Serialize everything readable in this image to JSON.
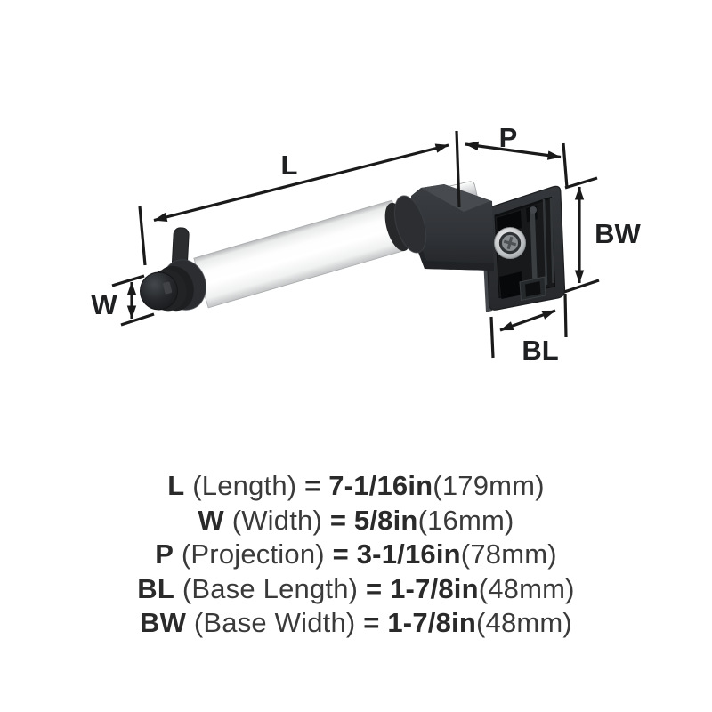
{
  "figure": {
    "description": "Matte black toilet paper holder with clear roller bar, shown with dimension arrows",
    "dimension_labels": {
      "L": "L",
      "W": "W",
      "P": "P",
      "BL": "BL",
      "BW": "BW"
    },
    "colors": {
      "dimension_line": "#1a1a1a",
      "product_dark": "#2c2e31",
      "tube_white": "#ffffff",
      "chrome": "#d4d6d8",
      "background": "#ffffff"
    }
  },
  "specs": [
    {
      "label": "L",
      "name": " (Length) ",
      "value": "= 7-1/16in",
      "metric": "(179mm)"
    },
    {
      "label": "W",
      "name": " (Width) ",
      "value": "= 5/8in",
      "metric": "(16mm)"
    },
    {
      "label": "P",
      "name": " (Projection) ",
      "value": "= 3-1/16in",
      "metric": "(78mm)"
    },
    {
      "label": "BL",
      "name": " (Base Length) ",
      "value": "= 1-7/8in",
      "metric": "(48mm)"
    },
    {
      "label": "BW",
      "name": " (Base Width) ",
      "value": "= 1-7/8in",
      "metric": "(48mm)"
    }
  ]
}
